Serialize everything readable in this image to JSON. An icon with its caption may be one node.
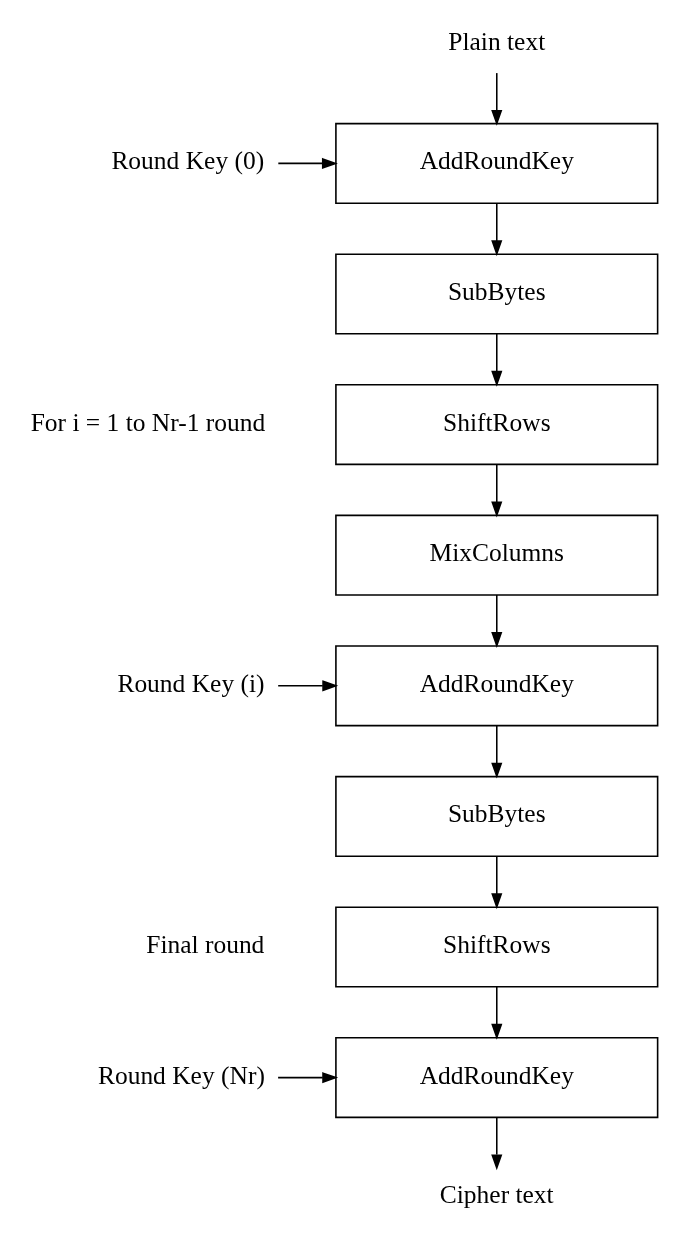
{
  "diagram": {
    "nodes": [
      {
        "text": [
          "Plain text"
        ]
      },
      {
        "text": [
          "Round Key (0)"
        ]
      },
      {
        "text": [
          "AddRoundKey"
        ]
      },
      {
        "text": [
          "SubBytes"
        ]
      },
      {
        "text": [
          "ShiftRows"
        ]
      },
      {
        "text": [
          "MixColumns"
        ]
      },
      {
        "text": [
          "Round Key (i)"
        ]
      },
      {
        "text": [
          "AddRoundKey"
        ]
      },
      {
        "text": [
          "SubBytes"
        ]
      },
      {
        "text": [
          "ShiftRows"
        ]
      },
      {
        "text": [
          "Round Key (Nr)"
        ]
      },
      {
        "text": [
          "AddRoundKey"
        ]
      },
      {
        "text": [
          "Cipher text"
        ]
      }
    ],
    "edges": [
      {
        "from": 0,
        "to": 2,
        "arrow": "to"
      },
      {
        "from": 1,
        "to": 2,
        "arrow": "to"
      },
      {
        "from": 2,
        "to": 3,
        "arrow": "to"
      },
      {
        "from": 3,
        "to": 4,
        "arrow": "to"
      },
      {
        "from": 4,
        "to": 5,
        "arrow": "to"
      },
      {
        "from": 5,
        "to": 7,
        "arrow": "to"
      },
      {
        "from": 6,
        "to": 7,
        "arrow": "to"
      },
      {
        "from": 7,
        "to": 8,
        "arrow": "to"
      },
      {
        "from": 8,
        "to": 9,
        "arrow": "to"
      },
      {
        "from": 9,
        "to": 11,
        "arrow": "to"
      },
      {
        "from": 10,
        "to": 11,
        "arrow": "to"
      },
      {
        "from": 11,
        "to": 12,
        "arrow": "to"
      }
    ],
    "labels": [
      "For i = 1 to Nr-1 round",
      "Final round"
    ]
  }
}
